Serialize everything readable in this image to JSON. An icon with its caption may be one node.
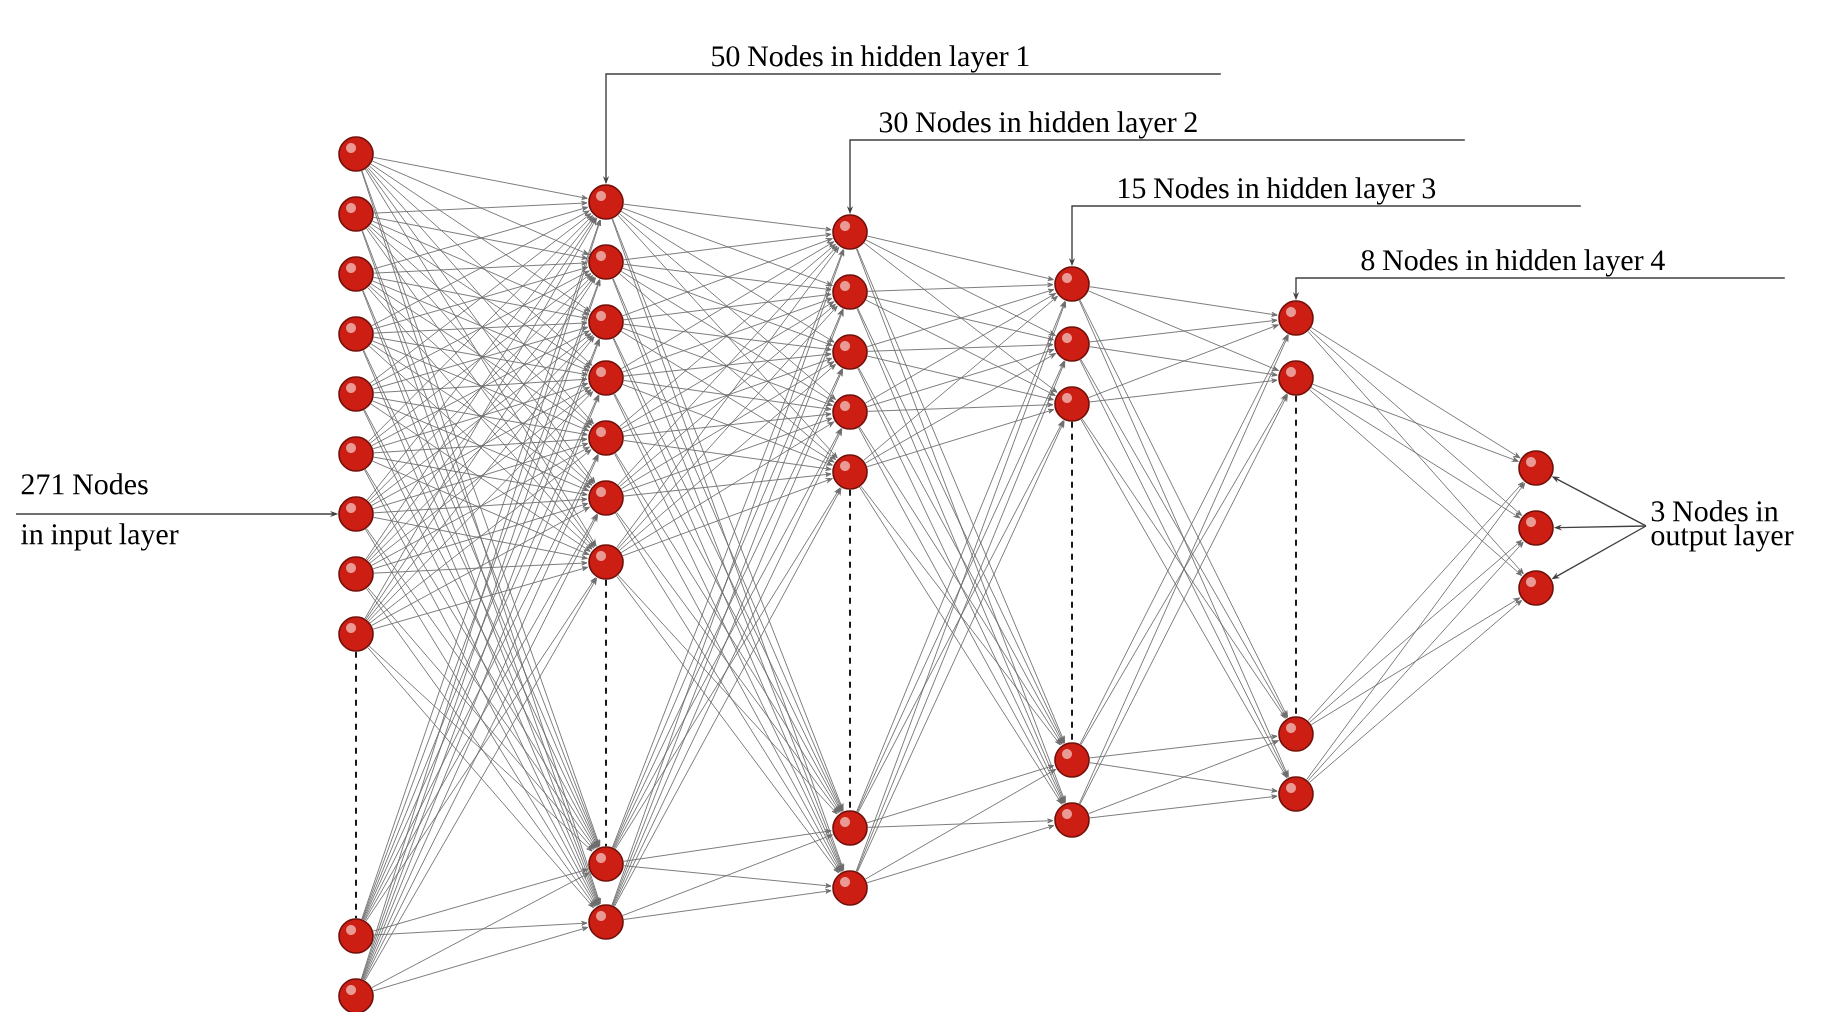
{
  "diagram": {
    "nodes": [
      {
        "text": [],
        "shape": "circle"
      },
      {
        "text": [],
        "shape": "circle"
      },
      {
        "text": [],
        "shape": "circle"
      },
      {
        "text": [],
        "shape": "circle"
      },
      {
        "text": [],
        "shape": "circle"
      },
      {
        "text": [],
        "shape": "circle"
      },
      {
        "text": [],
        "shape": "circle"
      },
      {
        "text": [],
        "shape": "circle"
      },
      {
        "text": [],
        "shape": "circle"
      },
      {
        "text": [],
        "shape": "circle"
      },
      {
        "text": [],
        "shape": "circle"
      },
      {
        "text": [],
        "shape": "circle"
      },
      {
        "text": [],
        "shape": "circle"
      },
      {
        "text": [],
        "shape": "circle"
      },
      {
        "text": [],
        "shape": "circle"
      },
      {
        "text": [],
        "shape": "circle"
      },
      {
        "text": [],
        "shape": "circle"
      },
      {
        "text": [],
        "shape": "circle"
      },
      {
        "text": [],
        "shape": "circle"
      },
      {
        "text": [],
        "shape": "circle"
      },
      {
        "text": [],
        "shape": "circle"
      },
      {
        "text": [],
        "shape": "circle"
      },
      {
        "text": [],
        "shape": "circle"
      },
      {
        "text": [],
        "shape": "circle"
      },
      {
        "text": [],
        "shape": "circle"
      },
      {
        "text": [],
        "shape": "circle"
      },
      {
        "text": [],
        "shape": "circle"
      },
      {
        "text": [],
        "shape": "circle"
      },
      {
        "text": [],
        "shape": "circle"
      },
      {
        "text": [],
        "shape": "circle"
      },
      {
        "text": [],
        "shape": "circle"
      },
      {
        "text": [],
        "shape": "circle"
      },
      {
        "text": [],
        "shape": "circle"
      },
      {
        "text": [],
        "shape": "circle"
      },
      {
        "text": [],
        "shape": "circle"
      },
      {
        "text": [],
        "shape": "circle"
      },
      {
        "text": [],
        "shape": "circle"
      },
      {
        "text": [],
        "shape": "circle"
      },
      {
        "text": [],
        "shape": "circle"
      },
      {
        "text": [
          "50 Nodes in hidden layer 1"
        ]
      },
      {
        "text": [
          "30 Nodes in hidden layer 2"
        ]
      },
      {
        "text": [
          "15 Nodes in hidden layer 3"
        ]
      },
      {
        "text": [
          "8 Nodes in hidden layer 4"
        ]
      },
      {
        "text": [
          "271 Nodes in input layer"
        ]
      },
      {
        "text": [
          "3 Nodes in output layer"
        ]
      }
    ],
    "edges": [
      {
        "from": 0,
        "to": 11,
        "arrow": "to"
      },
      {
        "from": 0,
        "to": 12,
        "arrow": "to"
      },
      {
        "from": 0,
        "to": 13,
        "arrow": "to"
      },
      {
        "from": 0,
        "to": 14,
        "arrow": "to"
      },
      {
        "from": 0,
        "to": 15,
        "arrow": "to"
      },
      {
        "from": 0,
        "to": 16,
        "arrow": "to"
      },
      {
        "from": 0,
        "to": 17,
        "arrow": "to"
      },
      {
        "from": 0,
        "to": 18,
        "arrow": "to"
      },
      {
        "from": 0,
        "to": 19,
        "arrow": "to"
      },
      {
        "from": 1,
        "to": 11,
        "arrow": "to"
      },
      {
        "from": 1,
        "to": 12,
        "arrow": "to"
      },
      {
        "from": 1,
        "to": 13,
        "arrow": "to"
      },
      {
        "from": 1,
        "to": 14,
        "arrow": "to"
      },
      {
        "from": 1,
        "to": 15,
        "arrow": "to"
      },
      {
        "from": 1,
        "to": 16,
        "arrow": "to"
      },
      {
        "from": 1,
        "to": 17,
        "arrow": "to"
      },
      {
        "from": 1,
        "to": 18,
        "arrow": "to"
      },
      {
        "from": 1,
        "to": 19,
        "arrow": "to"
      },
      {
        "from": 2,
        "to": 11,
        "arrow": "to"
      },
      {
        "from": 2,
        "to": 12,
        "arrow": "to"
      },
      {
        "from": 2,
        "to": 13,
        "arrow": "to"
      },
      {
        "from": 2,
        "to": 14,
        "arrow": "to"
      },
      {
        "from": 2,
        "to": 15,
        "arrow": "to"
      },
      {
        "from": 2,
        "to": 16,
        "arrow": "to"
      },
      {
        "from": 2,
        "to": 17,
        "arrow": "to"
      },
      {
        "from": 2,
        "to": 18,
        "arrow": "to"
      },
      {
        "from": 2,
        "to": 19,
        "arrow": "to"
      },
      {
        "from": 3,
        "to": 11,
        "arrow": "to"
      },
      {
        "from": 3,
        "to": 12,
        "arrow": "to"
      },
      {
        "from": 3,
        "to": 13,
        "arrow": "to"
      },
      {
        "from": 3,
        "to": 14,
        "arrow": "to"
      },
      {
        "from": 3,
        "to": 15,
        "arrow": "to"
      },
      {
        "from": 3,
        "to": 16,
        "arrow": "to"
      },
      {
        "from": 3,
        "to": 17,
        "arrow": "to"
      },
      {
        "from": 3,
        "to": 18,
        "arrow": "to"
      },
      {
        "from": 3,
        "to": 19,
        "arrow": "to"
      },
      {
        "from": 4,
        "to": 11,
        "arrow": "to"
      },
      {
        "from": 4,
        "to": 12,
        "arrow": "to"
      },
      {
        "from": 4,
        "to": 13,
        "arrow": "to"
      },
      {
        "from": 4,
        "to": 14,
        "arrow": "to"
      },
      {
        "from": 4,
        "to": 15,
        "arrow": "to"
      },
      {
        "from": 4,
        "to": 16,
        "arrow": "to"
      },
      {
        "from": 4,
        "to": 17,
        "arrow": "to"
      },
      {
        "from": 4,
        "to": 18,
        "arrow": "to"
      },
      {
        "from": 4,
        "to": 19,
        "arrow": "to"
      },
      {
        "from": 5,
        "to": 11,
        "arrow": "to"
      },
      {
        "from": 5,
        "to": 12,
        "arrow": "to"
      },
      {
        "from": 5,
        "to": 13,
        "arrow": "to"
      },
      {
        "from": 5,
        "to": 14,
        "arrow": "to"
      },
      {
        "from": 5,
        "to": 15,
        "arrow": "to"
      },
      {
        "from": 5,
        "to": 16,
        "arrow": "to"
      },
      {
        "from": 5,
        "to": 17,
        "arrow": "to"
      },
      {
        "from": 5,
        "to": 18,
        "arrow": "to"
      },
      {
        "from": 5,
        "to": 19,
        "arrow": "to"
      },
      {
        "from": 6,
        "to": 11,
        "arrow": "to"
      },
      {
        "from": 6,
        "to": 12,
        "arrow": "to"
      },
      {
        "from": 6,
        "to": 13,
        "arrow": "to"
      },
      {
        "from": 6,
        "to": 14,
        "arrow": "to"
      },
      {
        "from": 6,
        "to": 15,
        "arrow": "to"
      },
      {
        "from": 6,
        "to": 16,
        "arrow": "to"
      },
      {
        "from": 6,
        "to": 17,
        "arrow": "to"
      },
      {
        "from": 6,
        "to": 18,
        "arrow": "to"
      },
      {
        "from": 6,
        "to": 19,
        "arrow": "to"
      },
      {
        "from": 7,
        "to": 11,
        "arrow": "to"
      },
      {
        "from": 7,
        "to": 12,
        "arrow": "to"
      },
      {
        "from": 7,
        "to": 13,
        "arrow": "to"
      },
      {
        "from": 7,
        "to": 14,
        "arrow": "to"
      },
      {
        "from": 7,
        "to": 15,
        "arrow": "to"
      },
      {
        "from": 7,
        "to": 16,
        "arrow": "to"
      },
      {
        "from": 7,
        "to": 17,
        "arrow": "to"
      },
      {
        "from": 7,
        "to": 18,
        "arrow": "to"
      },
      {
        "from": 7,
        "to": 19,
        "arrow": "to"
      },
      {
        "from": 8,
        "to": 11,
        "arrow": "to"
      },
      {
        "from": 8,
        "to": 12,
        "arrow": "to"
      },
      {
        "from": 8,
        "to": 13,
        "arrow": "to"
      },
      {
        "from": 8,
        "to": 14,
        "arrow": "to"
      },
      {
        "from": 8,
        "to": 15,
        "arrow": "to"
      },
      {
        "from": 8,
        "to": 16,
        "arrow": "to"
      },
      {
        "from": 8,
        "to": 17,
        "arrow": "to"
      },
      {
        "from": 8,
        "to": 18,
        "arrow": "to"
      },
      {
        "from": 8,
        "to": 19,
        "arrow": "to"
      },
      {
        "from": 9,
        "to": 11,
        "arrow": "to"
      },
      {
        "from": 9,
        "to": 12,
        "arrow": "to"
      },
      {
        "from": 9,
        "to": 13,
        "arrow": "to"
      },
      {
        "from": 9,
        "to": 14,
        "arrow": "to"
      },
      {
        "from": 9,
        "to": 15,
        "arrow": "to"
      },
      {
        "from": 9,
        "to": 16,
        "arrow": "to"
      },
      {
        "from": 9,
        "to": 17,
        "arrow": "to"
      },
      {
        "from": 9,
        "to": 18,
        "arrow": "to"
      },
      {
        "from": 9,
        "to": 19,
        "arrow": "to"
      },
      {
        "from": 10,
        "to": 11,
        "arrow": "to"
      },
      {
        "from": 10,
        "to": 12,
        "arrow": "to"
      },
      {
        "from": 10,
        "to": 13,
        "arrow": "to"
      },
      {
        "from": 10,
        "to": 14,
        "arrow": "to"
      },
      {
        "from": 10,
        "to": 15,
        "arrow": "to"
      },
      {
        "from": 10,
        "to": 16,
        "arrow": "to"
      },
      {
        "from": 10,
        "to": 17,
        "arrow": "to"
      },
      {
        "from": 10,
        "to": 18,
        "arrow": "to"
      },
      {
        "from": 10,
        "to": 19,
        "arrow": "to"
      },
      {
        "from": 11,
        "to": 20,
        "arrow": "to"
      },
      {
        "from": 11,
        "to": 21,
        "arrow": "to"
      },
      {
        "from": 11,
        "to": 22,
        "arrow": "to"
      },
      {
        "from": 11,
        "to": 23,
        "arrow": "to"
      },
      {
        "from": 11,
        "to": 24,
        "arrow": "to"
      },
      {
        "from": 11,
        "to": 25,
        "arrow": "to"
      },
      {
        "from": 11,
        "to": 26,
        "arrow": "to"
      },
      {
        "from": 12,
        "to": 20,
        "arrow": "to"
      },
      {
        "from": 12,
        "to": 21,
        "arrow": "to"
      },
      {
        "from": 12,
        "to": 22,
        "arrow": "to"
      },
      {
        "from": 12,
        "to": 23,
        "arrow": "to"
      },
      {
        "from": 12,
        "to": 24,
        "arrow": "to"
      },
      {
        "from": 12,
        "to": 25,
        "arrow": "to"
      },
      {
        "from": 12,
        "to": 26,
        "arrow": "to"
      },
      {
        "from": 13,
        "to": 20,
        "arrow": "to"
      },
      {
        "from": 13,
        "to": 21,
        "arrow": "to"
      },
      {
        "from": 13,
        "to": 22,
        "arrow": "to"
      },
      {
        "from": 13,
        "to": 23,
        "arrow": "to"
      },
      {
        "from": 13,
        "to": 24,
        "arrow": "to"
      },
      {
        "from": 13,
        "to": 25,
        "arrow": "to"
      },
      {
        "from": 13,
        "to": 26,
        "arrow": "to"
      },
      {
        "from": 14,
        "to": 20,
        "arrow": "to"
      },
      {
        "from": 14,
        "to": 21,
        "arrow": "to"
      },
      {
        "from": 14,
        "to": 22,
        "arrow": "to"
      },
      {
        "from": 14,
        "to": 23,
        "arrow": "to"
      },
      {
        "from": 14,
        "to": 24,
        "arrow": "to"
      },
      {
        "from": 14,
        "to": 25,
        "arrow": "to"
      },
      {
        "from": 14,
        "to": 26,
        "arrow": "to"
      },
      {
        "from": 15,
        "to": 20,
        "arrow": "to"
      },
      {
        "from": 15,
        "to": 21,
        "arrow": "to"
      },
      {
        "from": 15,
        "to": 22,
        "arrow": "to"
      },
      {
        "from": 15,
        "to": 23,
        "arrow": "to"
      },
      {
        "from": 15,
        "to": 24,
        "arrow": "to"
      },
      {
        "from": 15,
        "to": 25,
        "arrow": "to"
      },
      {
        "from": 15,
        "to": 26,
        "arrow": "to"
      },
      {
        "from": 16,
        "to": 20,
        "arrow": "to"
      },
      {
        "from": 16,
        "to": 21,
        "arrow": "to"
      },
      {
        "from": 16,
        "to": 22,
        "arrow": "to"
      },
      {
        "from": 16,
        "to": 23,
        "arrow": "to"
      },
      {
        "from": 16,
        "to": 24,
        "arrow": "to"
      },
      {
        "from": 16,
        "to": 25,
        "arrow": "to"
      },
      {
        "from": 16,
        "to": 26,
        "arrow": "to"
      },
      {
        "from": 17,
        "to": 20,
        "arrow": "to"
      },
      {
        "from": 17,
        "to": 21,
        "arrow": "to"
      },
      {
        "from": 17,
        "to": 22,
        "arrow": "to"
      },
      {
        "from": 17,
        "to": 23,
        "arrow": "to"
      },
      {
        "from": 17,
        "to": 24,
        "arrow": "to"
      },
      {
        "from": 17,
        "to": 25,
        "arrow": "to"
      },
      {
        "from": 17,
        "to": 26,
        "arrow": "to"
      },
      {
        "from": 18,
        "to": 20,
        "arrow": "to"
      },
      {
        "from": 18,
        "to": 21,
        "arrow": "to"
      },
      {
        "from": 18,
        "to": 22,
        "arrow": "to"
      },
      {
        "from": 18,
        "to": 23,
        "arrow": "to"
      },
      {
        "from": 18,
        "to": 24,
        "arrow": "to"
      },
      {
        "from": 18,
        "to": 25,
        "arrow": "to"
      },
      {
        "from": 18,
        "to": 26,
        "arrow": "to"
      },
      {
        "from": 19,
        "to": 20,
        "arrow": "to"
      },
      {
        "from": 19,
        "to": 21,
        "arrow": "to"
      },
      {
        "from": 19,
        "to": 22,
        "arrow": "to"
      },
      {
        "from": 19,
        "to": 23,
        "arrow": "to"
      },
      {
        "from": 19,
        "to": 24,
        "arrow": "to"
      },
      {
        "from": 19,
        "to": 25,
        "arrow": "to"
      },
      {
        "from": 19,
        "to": 26,
        "arrow": "to"
      },
      {
        "from": 20,
        "to": 27,
        "arrow": "to"
      },
      {
        "from": 20,
        "to": 28,
        "arrow": "to"
      },
      {
        "from": 20,
        "to": 29,
        "arrow": "to"
      },
      {
        "from": 20,
        "to": 30,
        "arrow": "to"
      },
      {
        "from": 20,
        "to": 31,
        "arrow": "to"
      },
      {
        "from": 21,
        "to": 27,
        "arrow": "to"
      },
      {
        "from": 21,
        "to": 28,
        "arrow": "to"
      },
      {
        "from": 21,
        "to": 29,
        "arrow": "to"
      },
      {
        "from": 21,
        "to": 30,
        "arrow": "to"
      },
      {
        "from": 21,
        "to": 31,
        "arrow": "to"
      },
      {
        "from": 22,
        "to": 27,
        "arrow": "to"
      },
      {
        "from": 22,
        "to": 28,
        "arrow": "to"
      },
      {
        "from": 22,
        "to": 29,
        "arrow": "to"
      },
      {
        "from": 22,
        "to": 30,
        "arrow": "to"
      },
      {
        "from": 22,
        "to": 31,
        "arrow": "to"
      },
      {
        "from": 23,
        "to": 27,
        "arrow": "to"
      },
      {
        "from": 23,
        "to": 28,
        "arrow": "to"
      },
      {
        "from": 23,
        "to": 29,
        "arrow": "to"
      },
      {
        "from": 23,
        "to": 30,
        "arrow": "to"
      },
      {
        "from": 23,
        "to": 31,
        "arrow": "to"
      },
      {
        "from": 24,
        "to": 27,
        "arrow": "to"
      },
      {
        "from": 24,
        "to": 28,
        "arrow": "to"
      },
      {
        "from": 24,
        "to": 29,
        "arrow": "to"
      },
      {
        "from": 24,
        "to": 30,
        "arrow": "to"
      },
      {
        "from": 24,
        "to": 31,
        "arrow": "to"
      },
      {
        "from": 25,
        "to": 27,
        "arrow": "to"
      },
      {
        "from": 25,
        "to": 28,
        "arrow": "to"
      },
      {
        "from": 25,
        "to": 29,
        "arrow": "to"
      },
      {
        "from": 25,
        "to": 30,
        "arrow": "to"
      },
      {
        "from": 25,
        "to": 31,
        "arrow": "to"
      },
      {
        "from": 26,
        "to": 27,
        "arrow": "to"
      },
      {
        "from": 26,
        "to": 28,
        "arrow": "to"
      },
      {
        "from": 26,
        "to": 29,
        "arrow": "to"
      },
      {
        "from": 26,
        "to": 30,
        "arrow": "to"
      },
      {
        "from": 26,
        "to": 31,
        "arrow": "to"
      },
      {
        "from": 27,
        "to": 32,
        "arrow": "to"
      },
      {
        "from": 27,
        "to": 33,
        "arrow": "to"
      },
      {
        "from": 27,
        "to": 34,
        "arrow": "to"
      },
      {
        "from": 27,
        "to": 35,
        "arrow": "to"
      },
      {
        "from": 28,
        "to": 32,
        "arrow": "to"
      },
      {
        "from": 28,
        "to": 33,
        "arrow": "to"
      },
      {
        "from": 28,
        "to": 34,
        "arrow": "to"
      },
      {
        "from": 28,
        "to": 35,
        "arrow": "to"
      },
      {
        "from": 29,
        "to": 32,
        "arrow": "to"
      },
      {
        "from": 29,
        "to": 33,
        "arrow": "to"
      },
      {
        "from": 29,
        "to": 34,
        "arrow": "to"
      },
      {
        "from": 29,
        "to": 35,
        "arrow": "to"
      },
      {
        "from": 30,
        "to": 32,
        "arrow": "to"
      },
      {
        "from": 30,
        "to": 33,
        "arrow": "to"
      },
      {
        "from": 30,
        "to": 34,
        "arrow": "to"
      },
      {
        "from": 30,
        "to": 35,
        "arrow": "to"
      },
      {
        "from": 31,
        "to": 32,
        "arrow": "to"
      },
      {
        "from": 31,
        "to": 33,
        "arrow": "to"
      },
      {
        "from": 31,
        "to": 34,
        "arrow": "to"
      },
      {
        "from": 31,
        "to": 35,
        "arrow": "to"
      },
      {
        "from": 32,
        "to": 36,
        "arrow": "to"
      },
      {
        "from": 32,
        "to": 37,
        "arrow": "to"
      },
      {
        "from": 32,
        "to": 38,
        "arrow": "to"
      },
      {
        "from": 33,
        "to": 36,
        "arrow": "to"
      },
      {
        "from": 33,
        "to": 37,
        "arrow": "to"
      },
      {
        "from": 33,
        "to": 38,
        "arrow": "to"
      },
      {
        "from": 34,
        "to": 36,
        "arrow": "to"
      },
      {
        "from": 34,
        "to": 37,
        "arrow": "to"
      },
      {
        "from": 34,
        "to": 38,
        "arrow": "to"
      },
      {
        "from": 35,
        "to": 36,
        "arrow": "to"
      },
      {
        "from": 35,
        "to": 37,
        "arrow": "to"
      },
      {
        "from": 35,
        "to": 38,
        "arrow": "to"
      },
      {
        "from": 8,
        "to": 9,
        "arrow": "none",
        "style": "dashed",
        "color": "#000000"
      },
      {
        "from": 17,
        "to": 18,
        "arrow": "none",
        "style": "dashed",
        "color": "#000000"
      },
      {
        "from": 24,
        "to": 25,
        "arrow": "none",
        "style": "dashed",
        "color": "#000000"
      },
      {
        "from": 29,
        "to": 30,
        "arrow": "none",
        "style": "dashed",
        "color": "#000000"
      },
      {
        "from": 33,
        "to": 34,
        "arrow": "none",
        "style": "dashed",
        "color": "#000000"
      },
      {
        "from": 39,
        "to": 11,
        "arrow": "to"
      },
      {
        "from": 40,
        "to": 20,
        "arrow": "to"
      },
      {
        "from": 41,
        "to": 27,
        "arrow": "to"
      },
      {
        "from": 42,
        "to": 32,
        "arrow": "to"
      },
      {
        "from": 43,
        "to": 6,
        "arrow": "to"
      },
      {
        "from": 44,
        "to": 36,
        "arrow": "to"
      },
      {
        "from": 44,
        "to": 37,
        "arrow": "to"
      },
      {
        "from": 44,
        "to": 38,
        "arrow": "to"
      }
    ]
  }
}
